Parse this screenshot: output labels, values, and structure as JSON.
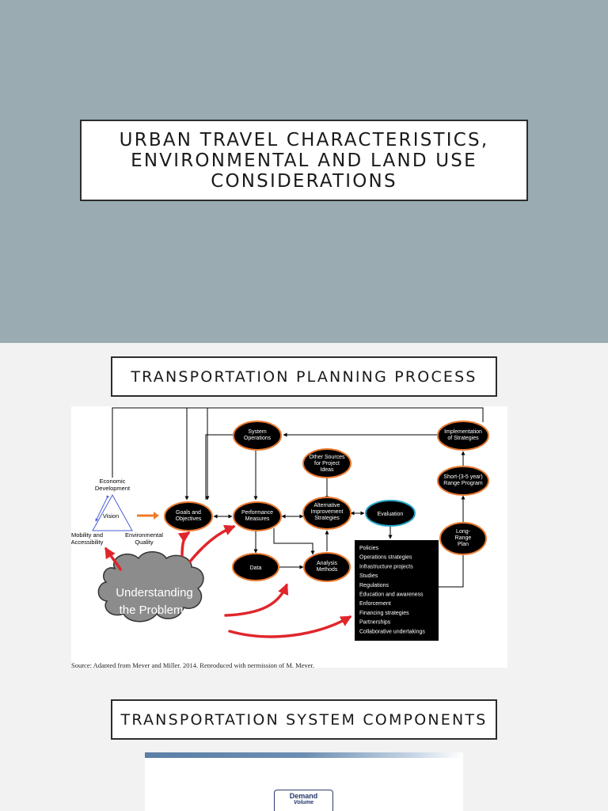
{
  "slide1": {
    "title": "Urban Travel Characteristics, Environmental and Land Use Considerations"
  },
  "slide2": {
    "title": "Transportation Planning Process",
    "figure": {
      "vision": {
        "top": "Economic Development",
        "center": "Vision",
        "left": "Mobility and Accessibility",
        "right": "Environmental Quality"
      },
      "nodes": {
        "system_operations": "System Operations",
        "implementation": "Implementation of Strategies",
        "other_sources": "Other Sources for Project Ideas",
        "short_range": "Short-(3-5 year) Range Program",
        "goals": "Goals and Objectives",
        "performance": "Performance Measures",
        "alternative": "Alternative Improvement Strategies",
        "evaluation": "Evaluation",
        "long_range": "Long-Range Plan",
        "data": "Data",
        "analysis": "Analysis Methods"
      },
      "list": [
        "Policies",
        "Operations strategies",
        "Infrastructure projects",
        "Studies",
        "Regulations",
        "Education and awareness",
        "Enforcement",
        "Financing strategies",
        "Partnerships",
        "Collaborative undertakings"
      ],
      "cloud": "Understanding the Problem",
      "source": "Source: Adapted from Meyer and Miller, 2014, Reproduced with permission of M. Meyer."
    }
  },
  "slide3": {
    "title": "Transportation System Components",
    "figure": {
      "box_label": "Demand",
      "sub_label": "Volume"
    }
  }
}
